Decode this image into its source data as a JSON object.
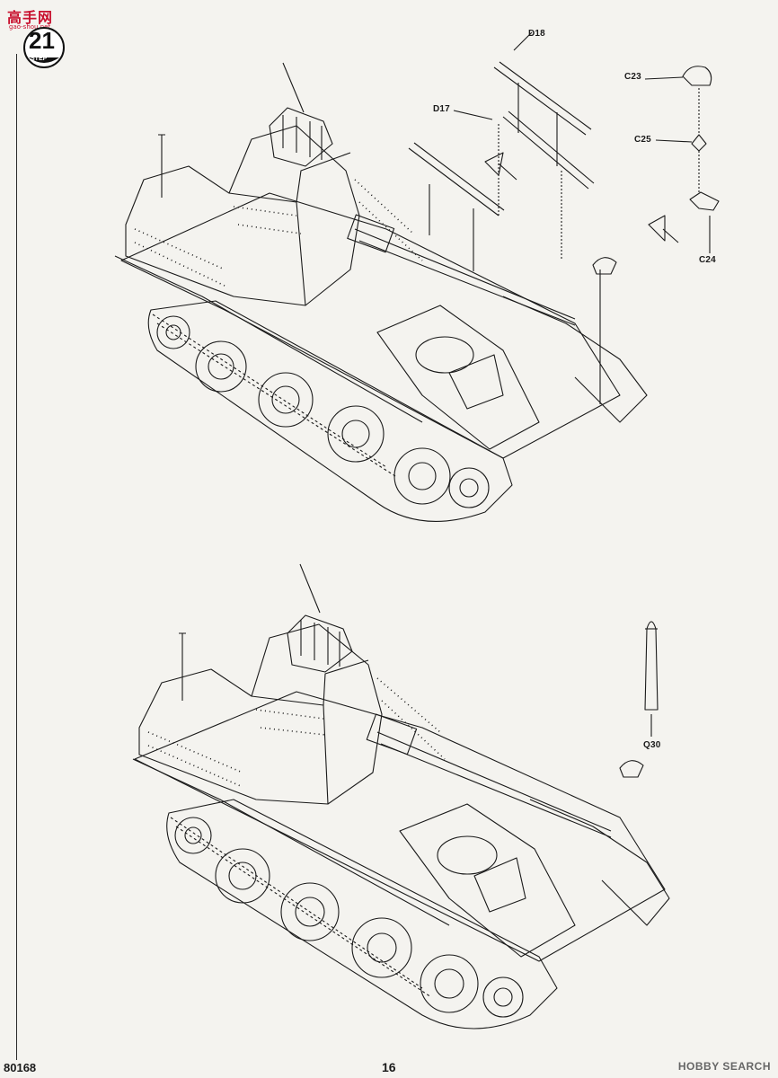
{
  "watermark": {
    "cn": "高手网",
    "url": "gao-shou.net"
  },
  "step": {
    "label": "STEP",
    "number": "21"
  },
  "parts": {
    "d18": "D18",
    "d17": "D17",
    "c23": "C23",
    "c25": "C25",
    "c24": "C24",
    "q30": "Q30"
  },
  "footer": {
    "product_code": "80168",
    "page_number": "16",
    "hobby_search": "HOBBY SEARCH"
  }
}
